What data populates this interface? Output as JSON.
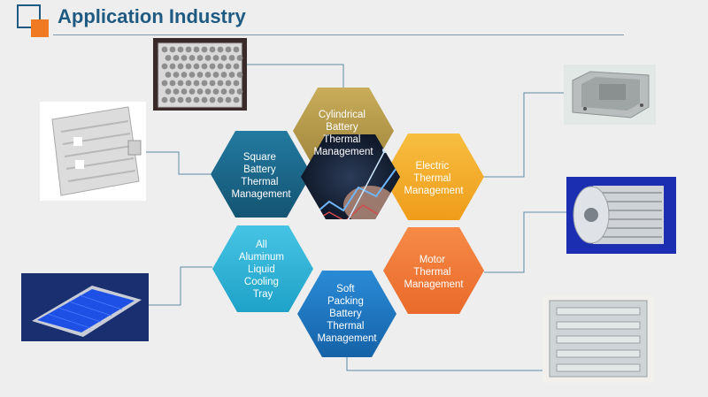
{
  "header": {
    "title": "Application Industry"
  },
  "hexagons": [
    {
      "id": "cylindrical",
      "lines": [
        "Cylindrical",
        "Battery",
        "Thermal",
        "Management"
      ],
      "color": "#b59a4a"
    },
    {
      "id": "square",
      "lines": [
        "Square",
        "Battery",
        "Thermal",
        "Management"
      ],
      "color": "#1d6a8c"
    },
    {
      "id": "electric",
      "lines": [
        "Electric",
        "Thermal",
        "Management"
      ],
      "color": "#f3ad2a"
    },
    {
      "id": "center",
      "lines": [],
      "color": "#0e1a2a"
    },
    {
      "id": "aluminum",
      "lines": [
        "All",
        "Aluminum",
        "Liquid",
        "Cooling",
        "Tray"
      ],
      "color": "#33b4d6"
    },
    {
      "id": "motor",
      "lines": [
        "Motor",
        "Thermal",
        "Management"
      ],
      "color": "#f17d3b"
    },
    {
      "id": "soft",
      "lines": [
        "Soft",
        "Packing",
        "Battery",
        "Thermal",
        "Management"
      ],
      "color": "#1e7ac6"
    }
  ],
  "photos": [
    {
      "id": "perforated-plate",
      "icon": "cylindrical-cooling-plate-image"
    },
    {
      "id": "square-plate",
      "icon": "square-cooling-plate-image"
    },
    {
      "id": "electric-box",
      "icon": "electric-housing-image"
    },
    {
      "id": "motor",
      "icon": "motor-housing-image"
    },
    {
      "id": "tray",
      "icon": "cooling-tray-image"
    },
    {
      "id": "soft-frame",
      "icon": "soft-pack-frame-image"
    }
  ],
  "colors": {
    "title": "#1f5a82",
    "accent_orange": "#f07a22",
    "logo_frame": "#1f5a82",
    "line": "#5e8aa0"
  }
}
